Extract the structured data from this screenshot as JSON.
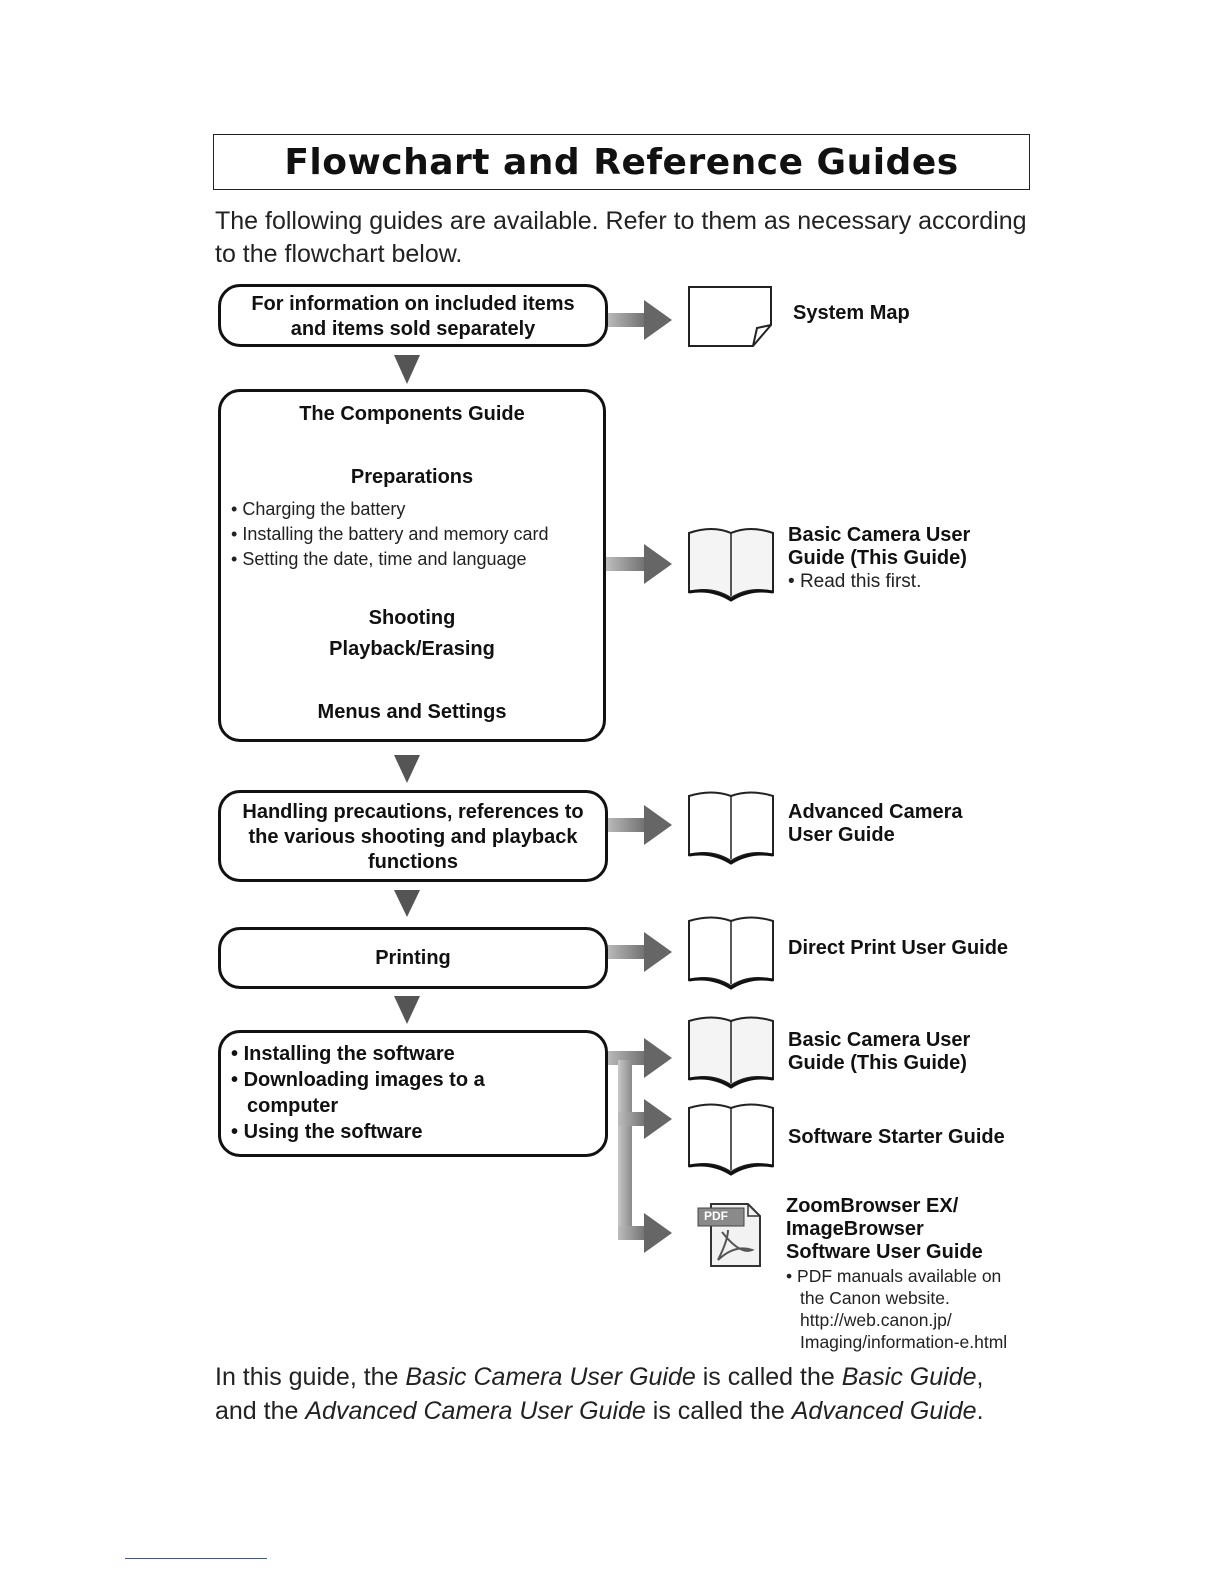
{
  "title": "Flowchart and Reference Guides",
  "intro": "The following guides are available. Refer to them as necessary according to the flowchart below.",
  "boxes": {
    "info": {
      "line1": "For information on included items",
      "line2": "and items sold separately"
    },
    "components": {
      "title": "The Components Guide",
      "preparations": "Preparations",
      "bullets": [
        "Charging the battery",
        "Installing the battery and memory card",
        "Setting the date, time and language"
      ],
      "shooting": "Shooting",
      "playback": "Playback/Erasing",
      "menus": "Menus and Settings"
    },
    "handling": {
      "line1": "Handling precautions, references to",
      "line2": "the various shooting and playback",
      "line3": "functions"
    },
    "printing": "Printing",
    "software": [
      "Installing the software",
      "Downloading images to a",
      "computer",
      "Using the software"
    ]
  },
  "guides": {
    "system_map": "System Map",
    "basic1": {
      "line1": "Basic Camera User",
      "line2": "Guide (This Guide)",
      "note": "Read this first."
    },
    "advanced": {
      "line1": "Advanced Camera",
      "line2": "User Guide"
    },
    "direct_print": "Direct Print User Guide",
    "basic2": {
      "line1": "Basic Camera User",
      "line2": "Guide (This Guide)"
    },
    "software_starter": "Software Starter Guide",
    "zoombrowser": {
      "line1": "ZoomBrowser EX/",
      "line2": "ImageBrowser",
      "line3": "Software User Guide",
      "note1": "PDF manuals available on",
      "note2": "the Canon website.",
      "note3": "http://web.canon.jp/",
      "note4": "Imaging/information-e.html",
      "pdf_label": "PDF"
    }
  },
  "footer": {
    "t1": "In this guide, the ",
    "i1": "Basic Camera User Guide",
    "t2": " is called the ",
    "i2": "Basic Guide",
    "t3": ",",
    "t4": "and the ",
    "i3": "Advanced Camera User Guide",
    "t5": " is called the ",
    "i4": "Advanced Guide",
    "t6": "."
  },
  "bullet_char": "•"
}
